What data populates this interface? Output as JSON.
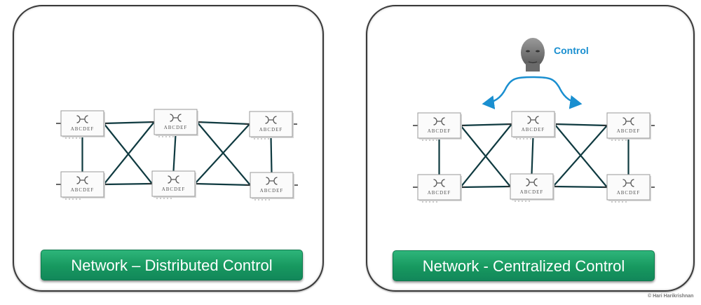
{
  "panels": [
    {
      "id": "distributed",
      "caption": "Network – Distributed Control",
      "switch_label": "ABCDEF",
      "switch_count": 6
    },
    {
      "id": "centralized",
      "caption": "Network - Centralized Control",
      "switch_label": "ABCDEF",
      "switch_count": 6,
      "controller": {
        "icon": "human-head-icon",
        "label": "Control"
      }
    }
  ],
  "credit": "© Hari Harikrishnan",
  "colors": {
    "caption_green": "#17985f",
    "link_color": "#0f3a40",
    "control_blue": "#1a8fd0"
  }
}
